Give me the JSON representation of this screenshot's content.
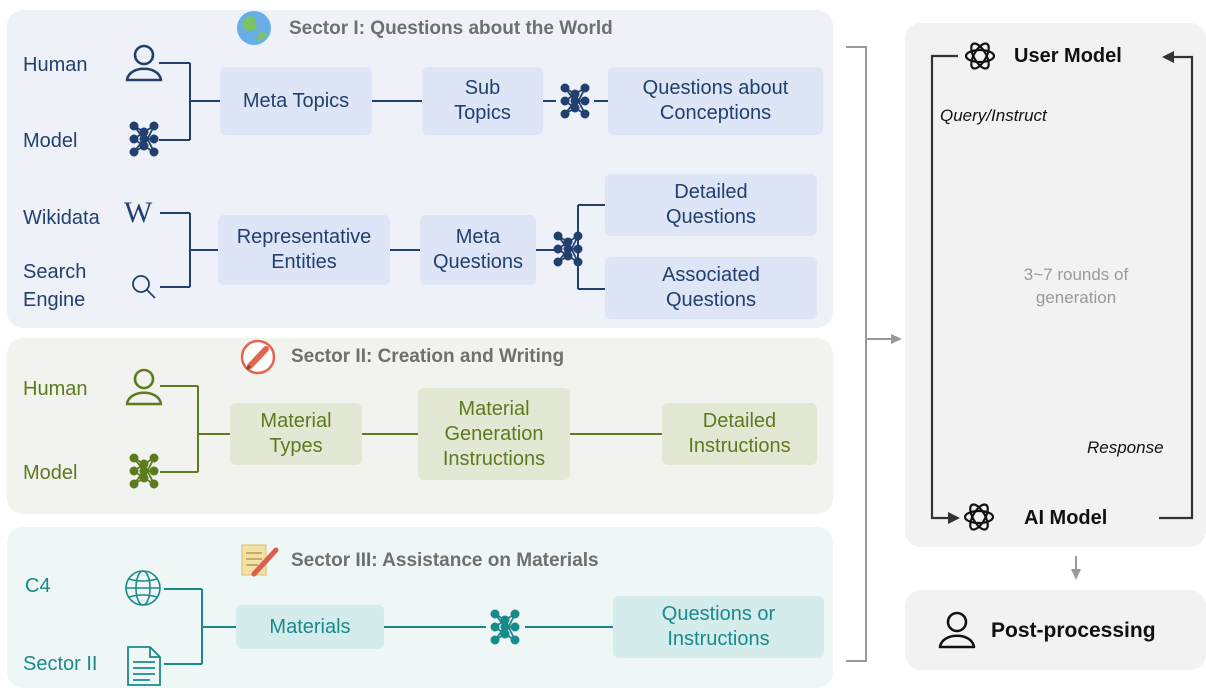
{
  "sector1": {
    "title": "Sector I: Questions about the World",
    "human": "Human",
    "model": "Model",
    "meta_topics": "Meta Topics",
    "sub_topics": "Sub\nTopics",
    "questions_conceptions": "Questions about\nConceptions",
    "wikidata": "Wikidata",
    "search_engine": "Search\nEngine",
    "wiki_glyph": "W",
    "representative_entities": "Representative\nEntities",
    "meta_questions": "Meta\nQuestions",
    "detailed_questions": "Detailed\nQuestions",
    "associated_questions": "Associated\nQuestions"
  },
  "sector2": {
    "title": "Sector II: Creation and Writing",
    "human": "Human",
    "model": "Model",
    "material_types": "Material\nTypes",
    "material_generation": "Material\nGeneration\nInstructions",
    "detailed_instructions": "Detailed\nInstructions"
  },
  "sector3": {
    "title": "Sector III: Assistance on Materials",
    "c4": "C4",
    "sector_ii": "Sector II",
    "materials": "Materials",
    "questions_instructions": "Questions or\nInstructions"
  },
  "loop": {
    "user_model": "User Model",
    "query": "Query/Instruct",
    "rounds": "3~7 rounds of\ngeneration",
    "response": "Response",
    "ai_model": "AI Model"
  },
  "post": {
    "label": "Post-processing"
  },
  "colors": {
    "blue": "#22406e",
    "green": "#5c7a1e",
    "teal": "#198a8a",
    "gray": "#999999"
  },
  "icons": [
    "globe-emoji-icon",
    "user-icon",
    "neural-network-icon",
    "wikipedia-icon",
    "search-icon",
    "pencil-emoji-icon",
    "memo-emoji-icon",
    "globe-icon",
    "document-icon",
    "openai-icon"
  ]
}
